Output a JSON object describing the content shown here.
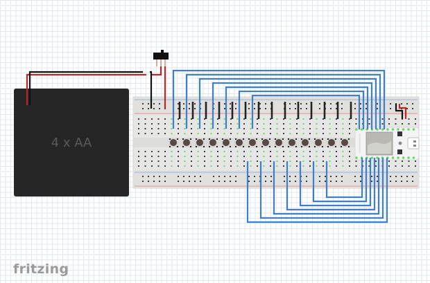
{
  "app": {
    "name": "Fritzing",
    "view": "Breadboard View",
    "watermark": "fritzing"
  },
  "colors": {
    "canvas_background": "#ffffff",
    "grid_line": "#e3e8ef",
    "breadboard_body": "#e6e6e4",
    "breadboard_rail_red": "#e5948f",
    "breadboard_rail_blue": "#9db3d8",
    "hole": "#3a3a3a",
    "hole_connected": "#6fd36f",
    "wire_signal": "#3f7fc7",
    "wire_ground": "#222222",
    "wire_power": "#b8282a",
    "battery_body": "#262626",
    "button_cap": "#5a4a44",
    "mcu_board": "#f4f4f4",
    "mcu_chip": "#b9b9b2",
    "watermark": "#9a9a9a"
  },
  "parts": {
    "battery": {
      "label": "4 x AA",
      "type": "battery pack"
    },
    "switch": {
      "type": "slide switch"
    },
    "breadboard": {
      "type": "full breadboard"
    },
    "buttons": {
      "type": "pushbutton",
      "count": 14
    },
    "microcontroller": {
      "type": "microcontroller board (photon-style)",
      "has_usb": true,
      "onboard_buttons": 2
    }
  },
  "wires": {
    "signal_top_count": 7,
    "signal_bottom_count": 7,
    "ground_count": 14,
    "power": [
      "battery-to-switch",
      "switch-to-rail",
      "rail-to-mcu"
    ]
  }
}
